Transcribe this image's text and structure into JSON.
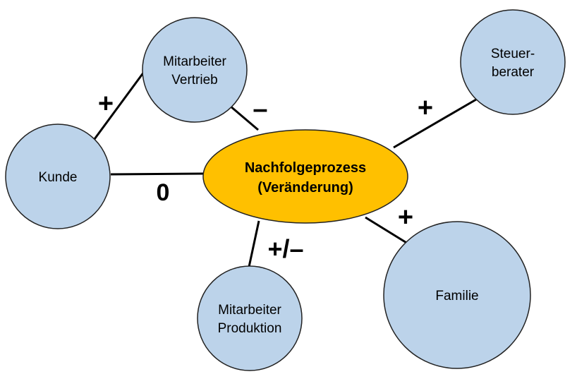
{
  "colors": {
    "peripheral_fill": "#bcd3ea",
    "peripheral_stroke": "#222222",
    "center_fill": "#ffc000",
    "center_stroke": "#222222",
    "line": "#000000"
  },
  "center": {
    "line1": "Nachfolgeprozess",
    "line2": "(Veränderung)"
  },
  "nodes": {
    "vertrieb": {
      "line1": "Mitarbeiter",
      "line2": "Vertrieb"
    },
    "steuer": {
      "line1": "Steuer-",
      "line2": "berater"
    },
    "kunde": {
      "line1": "Kunde"
    },
    "familie": {
      "line1": "Familie"
    },
    "produktion": {
      "line1": "Mitarbeiter",
      "line2": "Produktion"
    }
  },
  "edges": {
    "kunde_vertrieb": "+",
    "vertrieb_center": "–",
    "steuer_center": "+",
    "kunde_center": "0",
    "familie_center": "+",
    "produktion_center": "+/–"
  }
}
